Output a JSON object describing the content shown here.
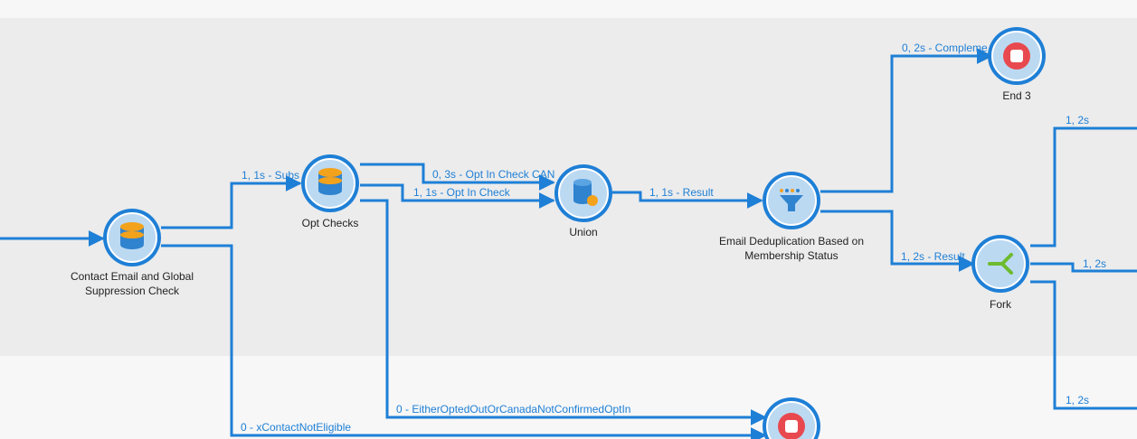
{
  "nodes": {
    "contact_check": {
      "label_lines": [
        "Contact Email and Global",
        "Suppression Check"
      ],
      "icon": "database-icon"
    },
    "opt_checks": {
      "label_lines": [
        "Opt Checks"
      ],
      "icon": "database-icon"
    },
    "union": {
      "label_lines": [
        "Union"
      ],
      "icon": "union-database-icon"
    },
    "dedup": {
      "label_lines": [
        "Email Deduplication Based on",
        "Membership Status"
      ],
      "icon": "funnel-icon"
    },
    "end3": {
      "label_lines": [
        "End 3"
      ],
      "icon": "stop-icon"
    },
    "fork": {
      "label_lines": [
        "Fork"
      ],
      "icon": "fork-arrow-icon"
    },
    "end_bottom": {
      "label_lines": [],
      "icon": "stop-icon"
    }
  },
  "edges": {
    "to_opt_checks": "1, 1s - Subs",
    "opt_in_check_can": "0, 3s - Opt In Check CAN",
    "opt_in_check": "1, 1s - Opt In Check",
    "union_result": "1, 1s - Result",
    "complement": "0, 2s - Compleme",
    "dedup_result": "1, 2s - Result",
    "fork_top": "1, 2s",
    "fork_mid": "1, 2s",
    "fork_bottom": "1, 2s",
    "opted_out": "0 - EitherOptedOutOrCanadaNotConfirmedOptIn",
    "not_eligible": "0 - xContactNotEligible"
  },
  "colors": {
    "edge": "#1e7fd6",
    "node_ring": "#1e7fd6",
    "node_fill": "#bcd9f2",
    "db_top": "#f3a21b",
    "stop_red": "#e8494f",
    "fork_green": "#6dbb2e"
  }
}
